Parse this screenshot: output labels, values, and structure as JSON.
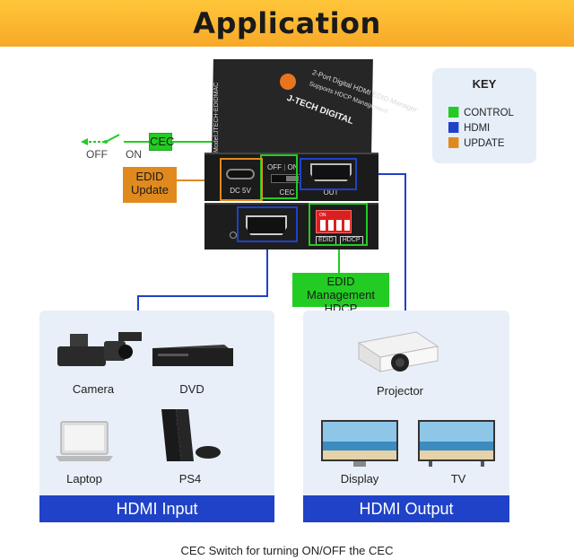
{
  "header": {
    "title": "Application"
  },
  "key": {
    "title": "KEY",
    "items": [
      {
        "label": "CONTROL",
        "color": "#22cc22"
      },
      {
        "label": "HDMI",
        "color": "#1f42c8"
      },
      {
        "label": "UPDATE",
        "color": "#e08a1e"
      }
    ]
  },
  "device": {
    "brand": "J-TECH DIGITAL",
    "model": "Model:JTECH-EDIDMAC",
    "desc_line1": "2-Port Digital HDMI EDID Manager",
    "desc_line2": "Supports HDCP Management",
    "ports": {
      "dc": "DC 5V",
      "cec": "CEC",
      "off": "OFF",
      "on": "ON",
      "out": "OUT",
      "edid": "EDID",
      "hdcp": "HDCP",
      "dip_on": "ON"
    }
  },
  "callouts": {
    "cec": "CEC",
    "switch_off": "OFF",
    "switch_on": "ON",
    "edid_update_line1": "EDID",
    "edid_update_line2": "Update",
    "mgmt_line1": "EDID Management",
    "mgmt_line2": "HDCP Management"
  },
  "input_panel": {
    "title": "HDMI Input",
    "devices": [
      "Camera",
      "DVD",
      "Laptop",
      "PS4"
    ]
  },
  "output_panel": {
    "title": "HDMI Output",
    "devices": [
      "Projector",
      "Display",
      "TV"
    ]
  },
  "caption": "CEC Switch for turning ON/OFF the CEC"
}
